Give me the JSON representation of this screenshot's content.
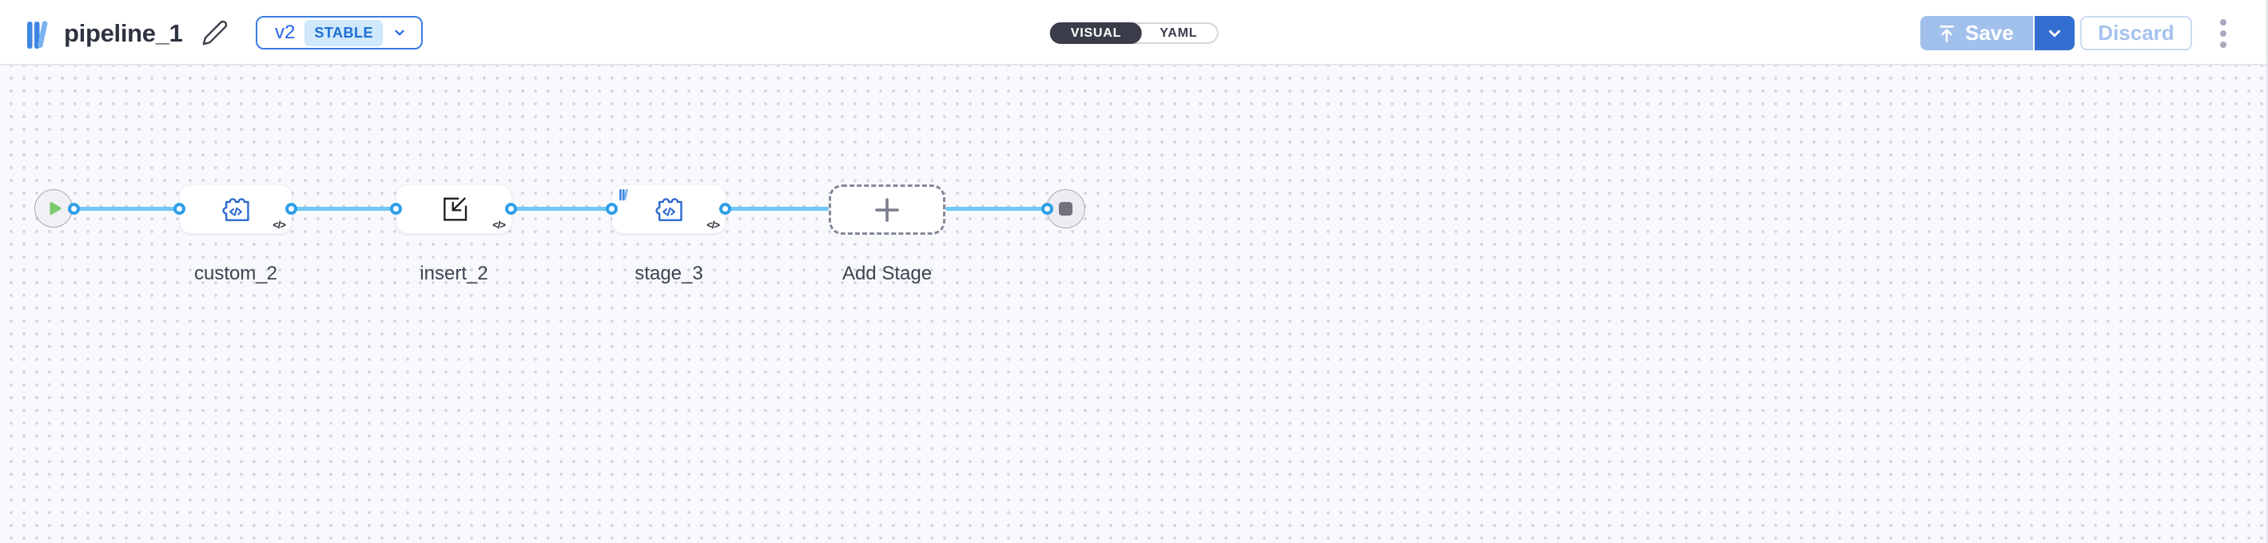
{
  "header": {
    "title": "pipeline_1",
    "version": {
      "label": "v2",
      "badge": "STABLE"
    },
    "view_toggle": {
      "visual": "VISUAL",
      "yaml": "YAML",
      "selected": "VISUAL"
    },
    "actions": {
      "save": "Save",
      "discard": "Discard"
    }
  },
  "canvas": {
    "code_glyph": "</>",
    "stages": [
      {
        "label": "custom_2",
        "icon": "puzzle-code-icon",
        "badge": false
      },
      {
        "label": "insert_2",
        "icon": "import-icon",
        "badge": false
      },
      {
        "label": "stage_3",
        "icon": "puzzle-code-icon",
        "badge": true
      }
    ],
    "add_stage_label": "Add Stage"
  },
  "icons": {
    "logo-icon": "three slanted blue bars",
    "edit-pencil-icon": "pencil",
    "chevron-down-icon": "v",
    "upload-icon": "arrow-up-to-bar",
    "kebab-menu-icon": "vertical dots",
    "play-icon": "green triangle",
    "stop-icon": "gray square",
    "puzzle-code-icon": "puzzle piece with </>",
    "import-icon": "square with inward arrow",
    "plus-icon": "+"
  },
  "colors": {
    "accent_blue": "#2563eb",
    "port_blue": "#2f9fe8",
    "edge_blue": "#70c6f5",
    "save_disabled": "#a2c0ec",
    "save_caret": "#336fd0",
    "toggle_dark": "#3a3c49",
    "play_green": "#7cc96e",
    "canvas_bg": "#f8f9fc"
  }
}
